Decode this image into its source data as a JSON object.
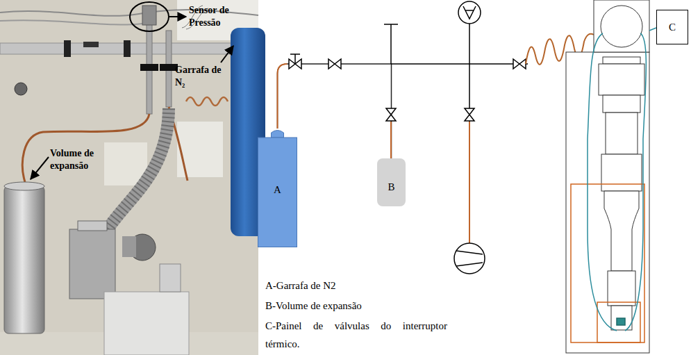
{
  "diagram": {
    "nodes": [
      {
        "text": [
          "A"
        ]
      },
      {
        "text": [
          "B"
        ]
      },
      {
        "text": [
          "C"
        ]
      }
    ],
    "edges": [
      {
        "from": 0,
        "to": 1,
        "arrow": "none"
      }
    ],
    "labels": [
      "Sensor de Pressão",
      "Garrafa de N₂",
      "Volume de expansão",
      "A-Garrafa de N2",
      "B-Volume de expansão",
      "C-Painel de válvulas do interruptor térmico."
    ]
  }
}
